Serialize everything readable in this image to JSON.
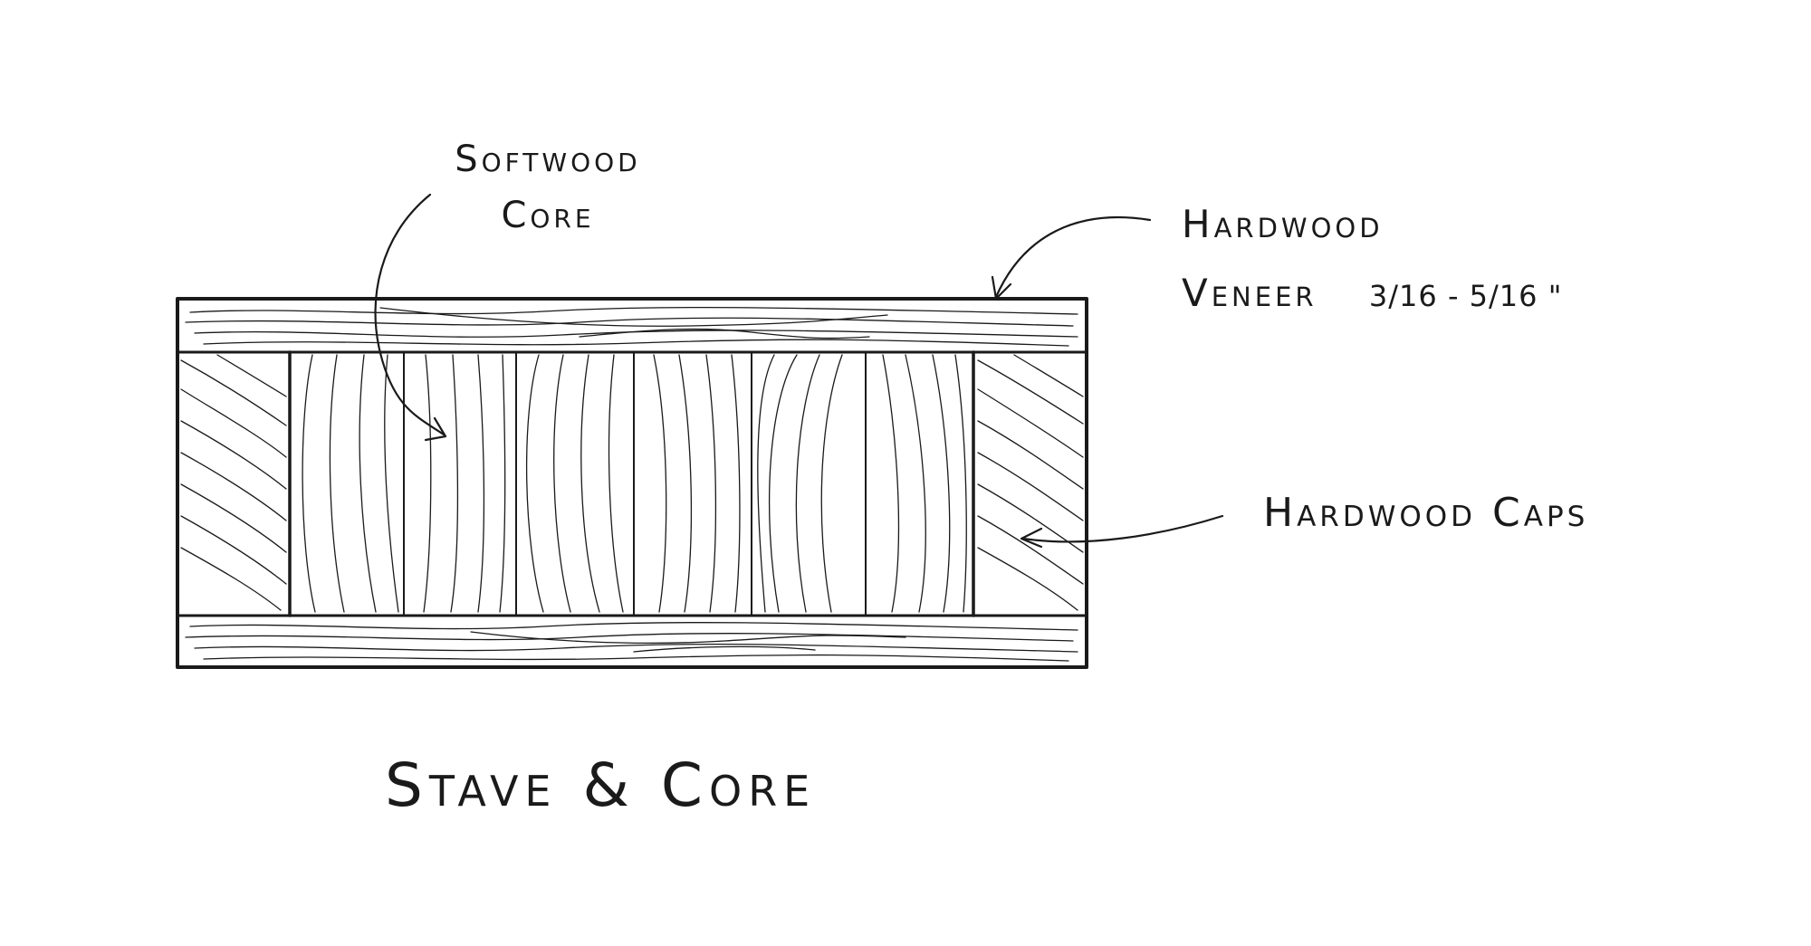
{
  "labels": {
    "softwood_core": "Softwood Core",
    "hardwood_veneer_line1": "Hardwood",
    "hardwood_veneer_line2": "Veneer",
    "veneer_thickness": "3/16 - 5/16 \"",
    "hardwood_caps": "Hardwood Caps",
    "title": "Stave & Core"
  },
  "colors": {
    "ink": "#1a1a1a",
    "paper": "#ffffff"
  }
}
